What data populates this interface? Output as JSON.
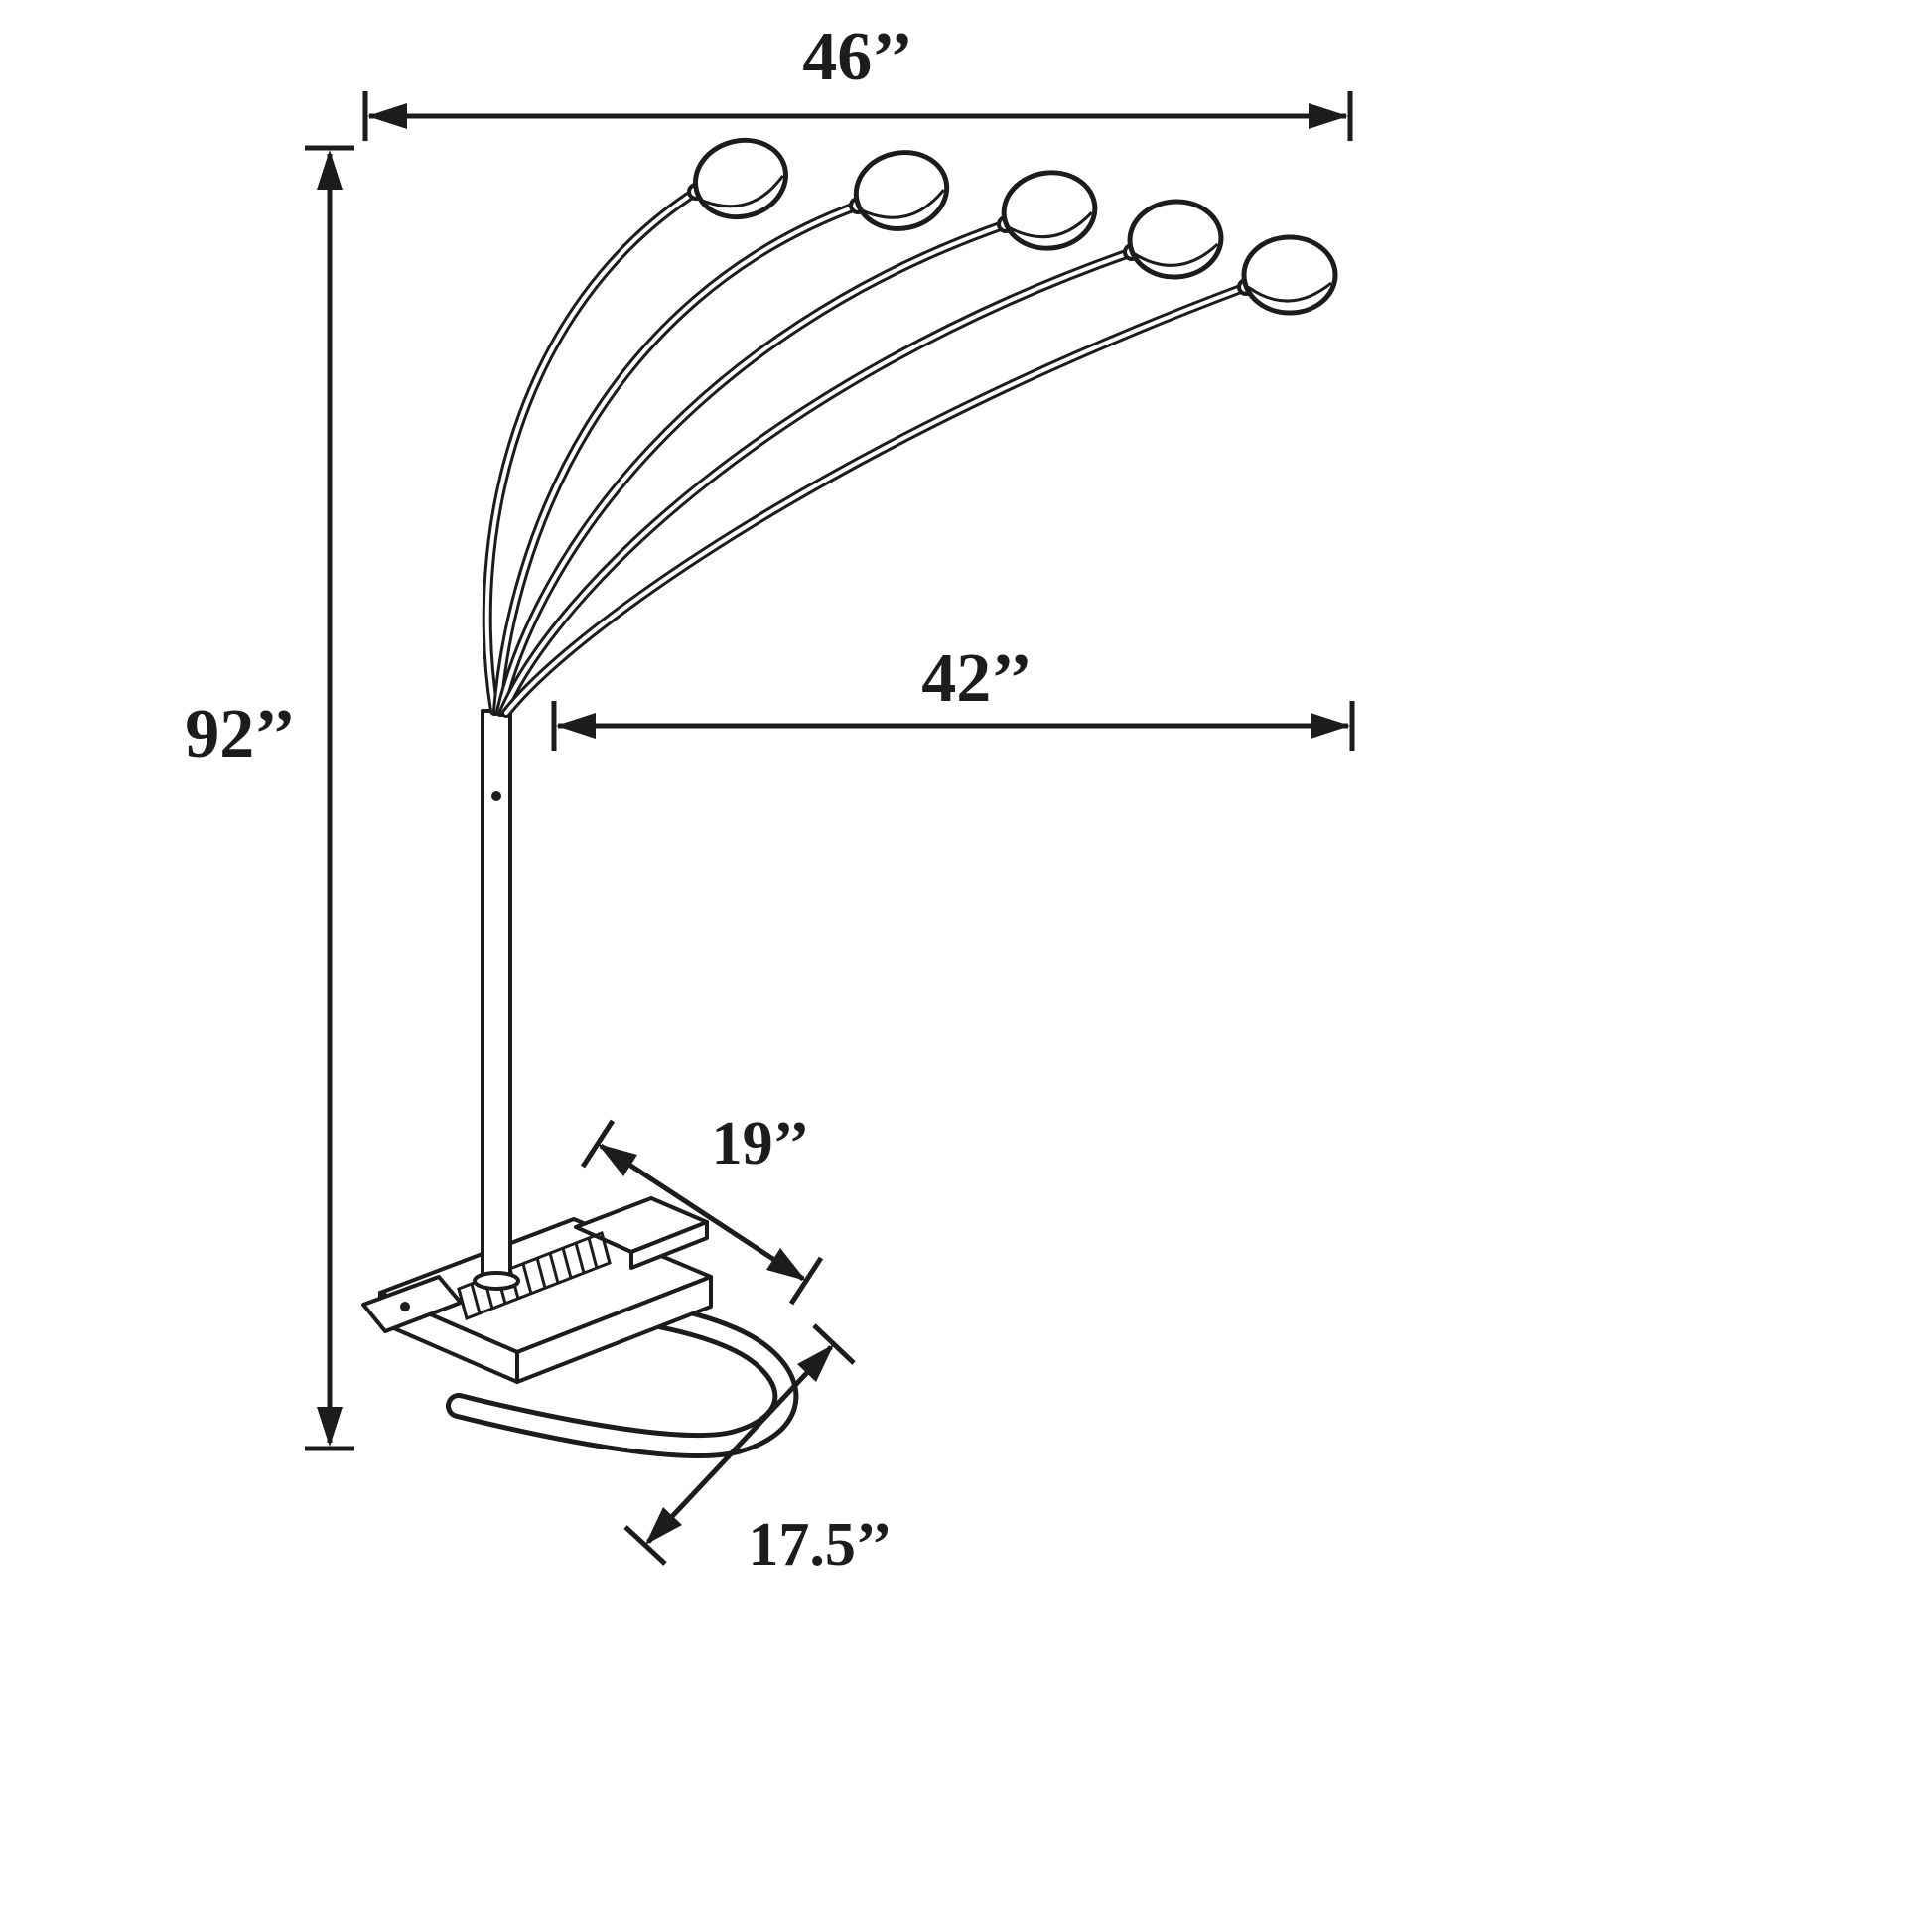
{
  "diagram": {
    "type": "technical-dimension-drawing",
    "subject": "arc floor lamp with five curved arms and dome shades",
    "background_color": "#ffffff",
    "line_color": "#1c1c1c",
    "shade_count": 5,
    "labels": {
      "overall_width": "46’’",
      "overall_height": "92’’",
      "arm_reach": "42’’",
      "base_length": "19’’",
      "base_depth": "17.5’’"
    }
  }
}
